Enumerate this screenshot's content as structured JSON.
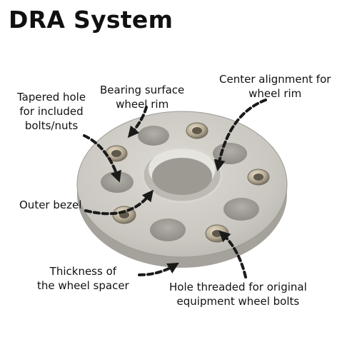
{
  "title": "DRA System",
  "callouts": {
    "tapered_hole": [
      "Tapered hole",
      "for included",
      "bolts/nuts"
    ],
    "bearing_surface": [
      "Bearing surface",
      "wheel rim"
    ],
    "center_alignment": [
      "Center alignment for",
      "wheel rim"
    ],
    "outer_bezel": [
      "Outer bezel"
    ],
    "thickness": [
      "Thickness of",
      "the wheel spacer"
    ],
    "threaded_hole": [
      "Hole threaded for original",
      "equipment wheel bolts"
    ]
  },
  "colors": {
    "spacer_face": "#cfccc6",
    "spacer_edge": "#a9a6a0",
    "arrow": "#1a1a1a",
    "text": "#111111"
  }
}
